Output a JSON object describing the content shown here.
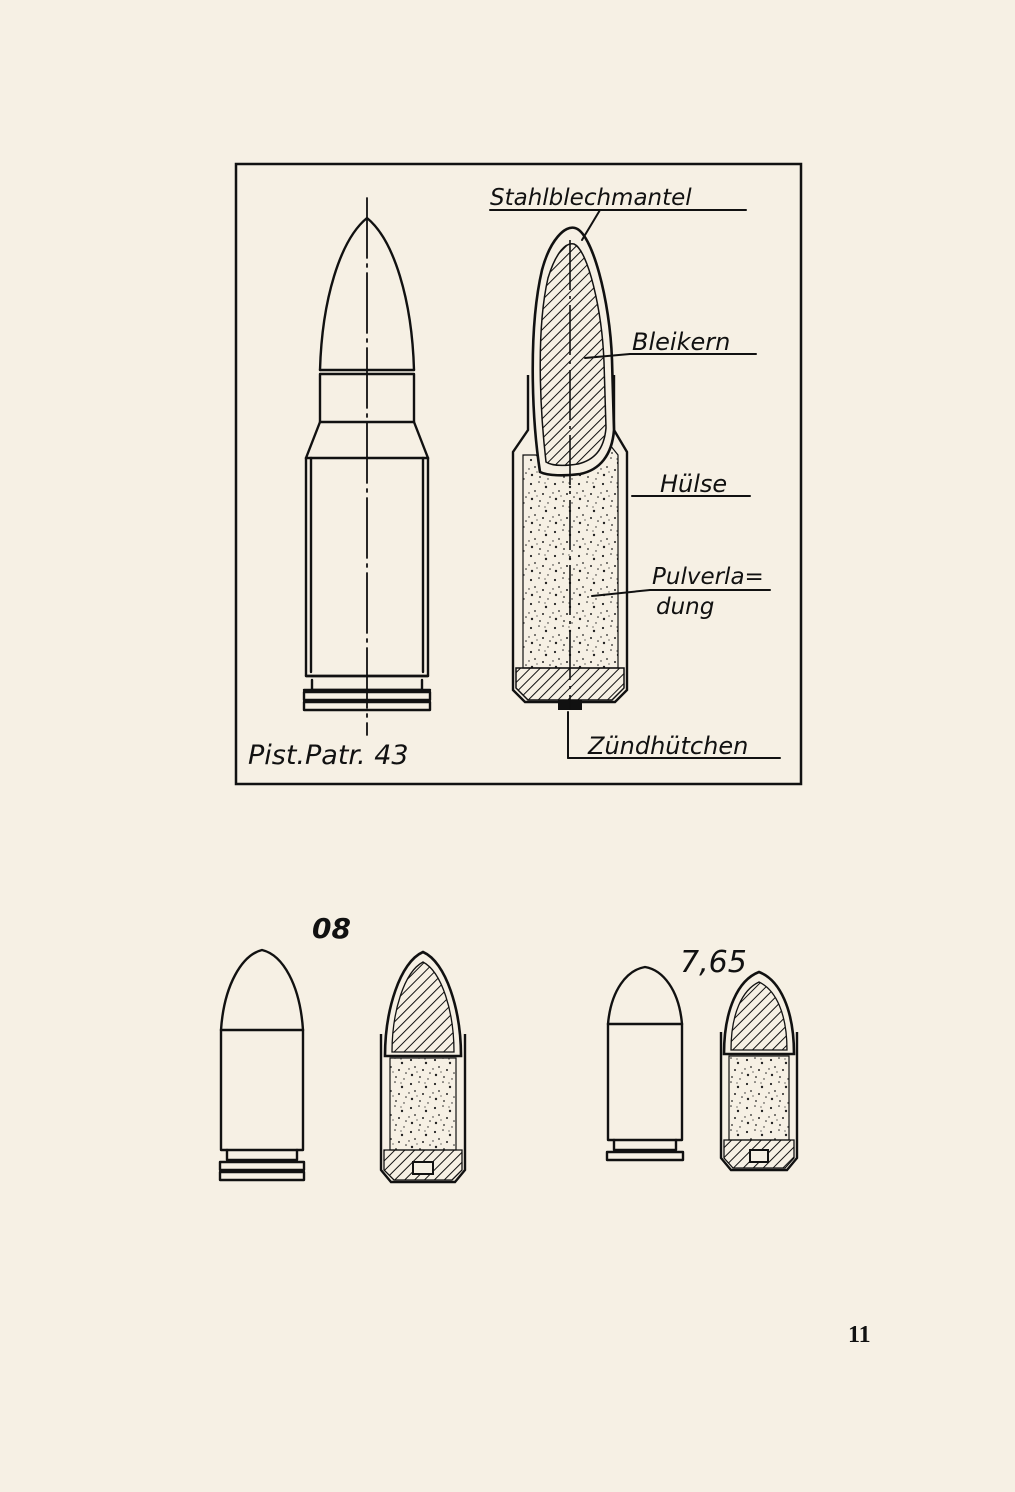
{
  "figure": {
    "caption": "Pist.Patr. 43",
    "labels": {
      "jacket": "Stahlblechmantel",
      "core": "Bleikern",
      "case": "Hülse",
      "powder_line1": "Pulverla=",
      "powder_line2": "dung",
      "primer": "Zündhütchen"
    }
  },
  "small_cartridges": [
    {
      "label": "08"
    },
    {
      "label": "7,65"
    }
  ],
  "page_number": "11"
}
